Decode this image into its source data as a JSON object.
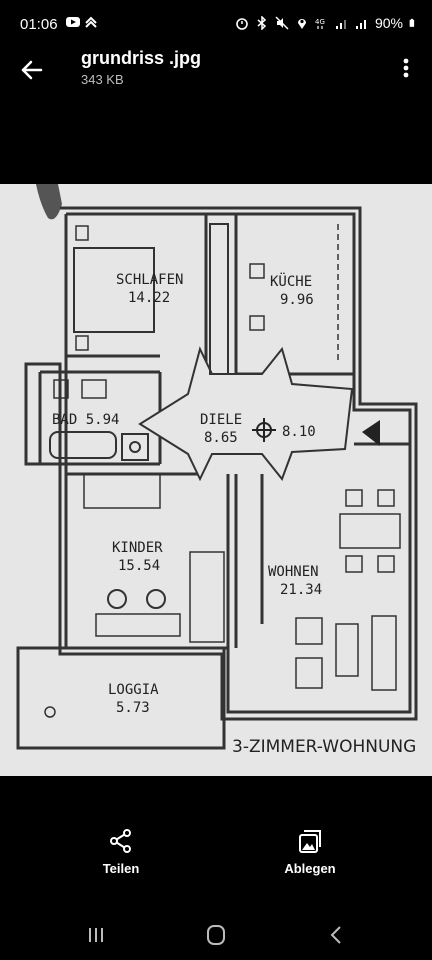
{
  "status": {
    "time": "01:06",
    "battery": "90%"
  },
  "file": {
    "name": "grundriss .jpg",
    "size": "343 KB"
  },
  "plan": {
    "rooms": [
      {
        "name": "SCHLAFEN",
        "area": "14.22"
      },
      {
        "name": "KÜCHE",
        "area": "9.96"
      },
      {
        "name": "BAD 5.94",
        "area": ""
      },
      {
        "name": "DIELE",
        "area": "8.65"
      },
      {
        "name": "",
        "area": "8.10"
      },
      {
        "name": "KINDER",
        "area": "15.54"
      },
      {
        "name": "WOHNEN",
        "area": "21.34"
      },
      {
        "name": "LOGGIA",
        "area": "5.73"
      }
    ],
    "caption": "3-ZIMMER-WOHNUNG"
  },
  "actions": {
    "share": "Teilen",
    "save": "Ablegen"
  }
}
